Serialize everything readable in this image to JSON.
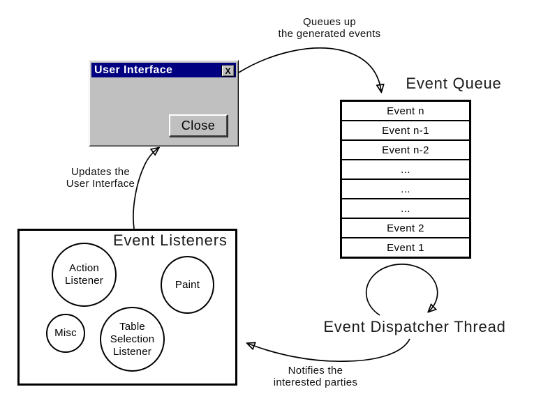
{
  "window": {
    "title": "User Interface",
    "close_icon_glyph": "X",
    "close_button_label": "Close"
  },
  "annotations": {
    "queues": [
      "Queues up",
      "the generated events"
    ],
    "updates": [
      "Updates the",
      "User Interface"
    ],
    "notifies": [
      "Notifies the",
      "interested parties"
    ]
  },
  "event_queue": {
    "title": "Event Queue",
    "rows": [
      "Event n",
      "Event n-1",
      "Event n-2",
      "...",
      "...",
      "...",
      "Event 2",
      "Event 1"
    ]
  },
  "dispatcher": {
    "label": "Event Dispatcher Thread"
  },
  "listeners": {
    "title": "Event Listeners",
    "circles": [
      {
        "name": "action-listener",
        "lines": [
          "Action",
          "Listener"
        ]
      },
      {
        "name": "paint",
        "lines": [
          "Paint"
        ]
      },
      {
        "name": "misc",
        "lines": [
          "Misc"
        ]
      },
      {
        "name": "table-selection-listener",
        "lines": [
          "Table",
          "Selection",
          "Listener"
        ]
      }
    ]
  },
  "colors": {
    "titlebar_blue": "#000080",
    "window_gray": "#c0c0c0",
    "line_black": "#000000",
    "background": "#ffffff"
  }
}
